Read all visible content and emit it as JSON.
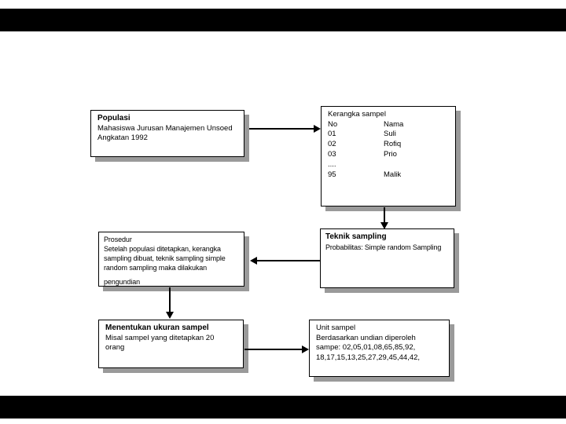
{
  "slide": {
    "background": "#ffffff",
    "letterbox_color": "#000000",
    "box_border_color": "#000000",
    "box_shadow_color": "#9a9a9a",
    "arrow_color": "#000000"
  },
  "boxes": {
    "populasi": {
      "title": "Populasi",
      "lines": [
        "Mahasiswa Jurusan Manajemen Unsoed",
        "Angkatan 1992"
      ]
    },
    "kerangka": {
      "title": "Kerangka sampel",
      "header": {
        "no": "No",
        "nama": "Nama"
      },
      "rows": [
        {
          "no": "01",
          "nama": "Suli"
        },
        {
          "no": "02",
          "nama": "Rofiq"
        },
        {
          "no": "03",
          "nama": "Prio"
        },
        {
          "no": "....",
          "nama": ""
        },
        {
          "no": "95",
          "nama": "Malik"
        }
      ]
    },
    "teknik": {
      "title": "Teknik sampling",
      "lines": [
        "Probabilitas: Simple random Sampling"
      ]
    },
    "prosedur": {
      "title": "Prosedur",
      "lines": [
        "Setelah populasi ditetapkan, kerangka",
        "sampling dibuat, teknik sampling simple",
        "random sampling maka dilakukan",
        "pengundian"
      ]
    },
    "ukuran": {
      "title": "Menentukan ukuran sampel",
      "lines": [
        "Misal sampel yang ditetapkan 20",
        "orang"
      ]
    },
    "unit": {
      "title": "Unit sampel",
      "lines": [
        "Berdasarkan undian diperoleh",
        "sampe: 02,05,01,08,65,85,92,",
        "18,17,15,13,25,27,29,45,44,42,"
      ]
    }
  }
}
